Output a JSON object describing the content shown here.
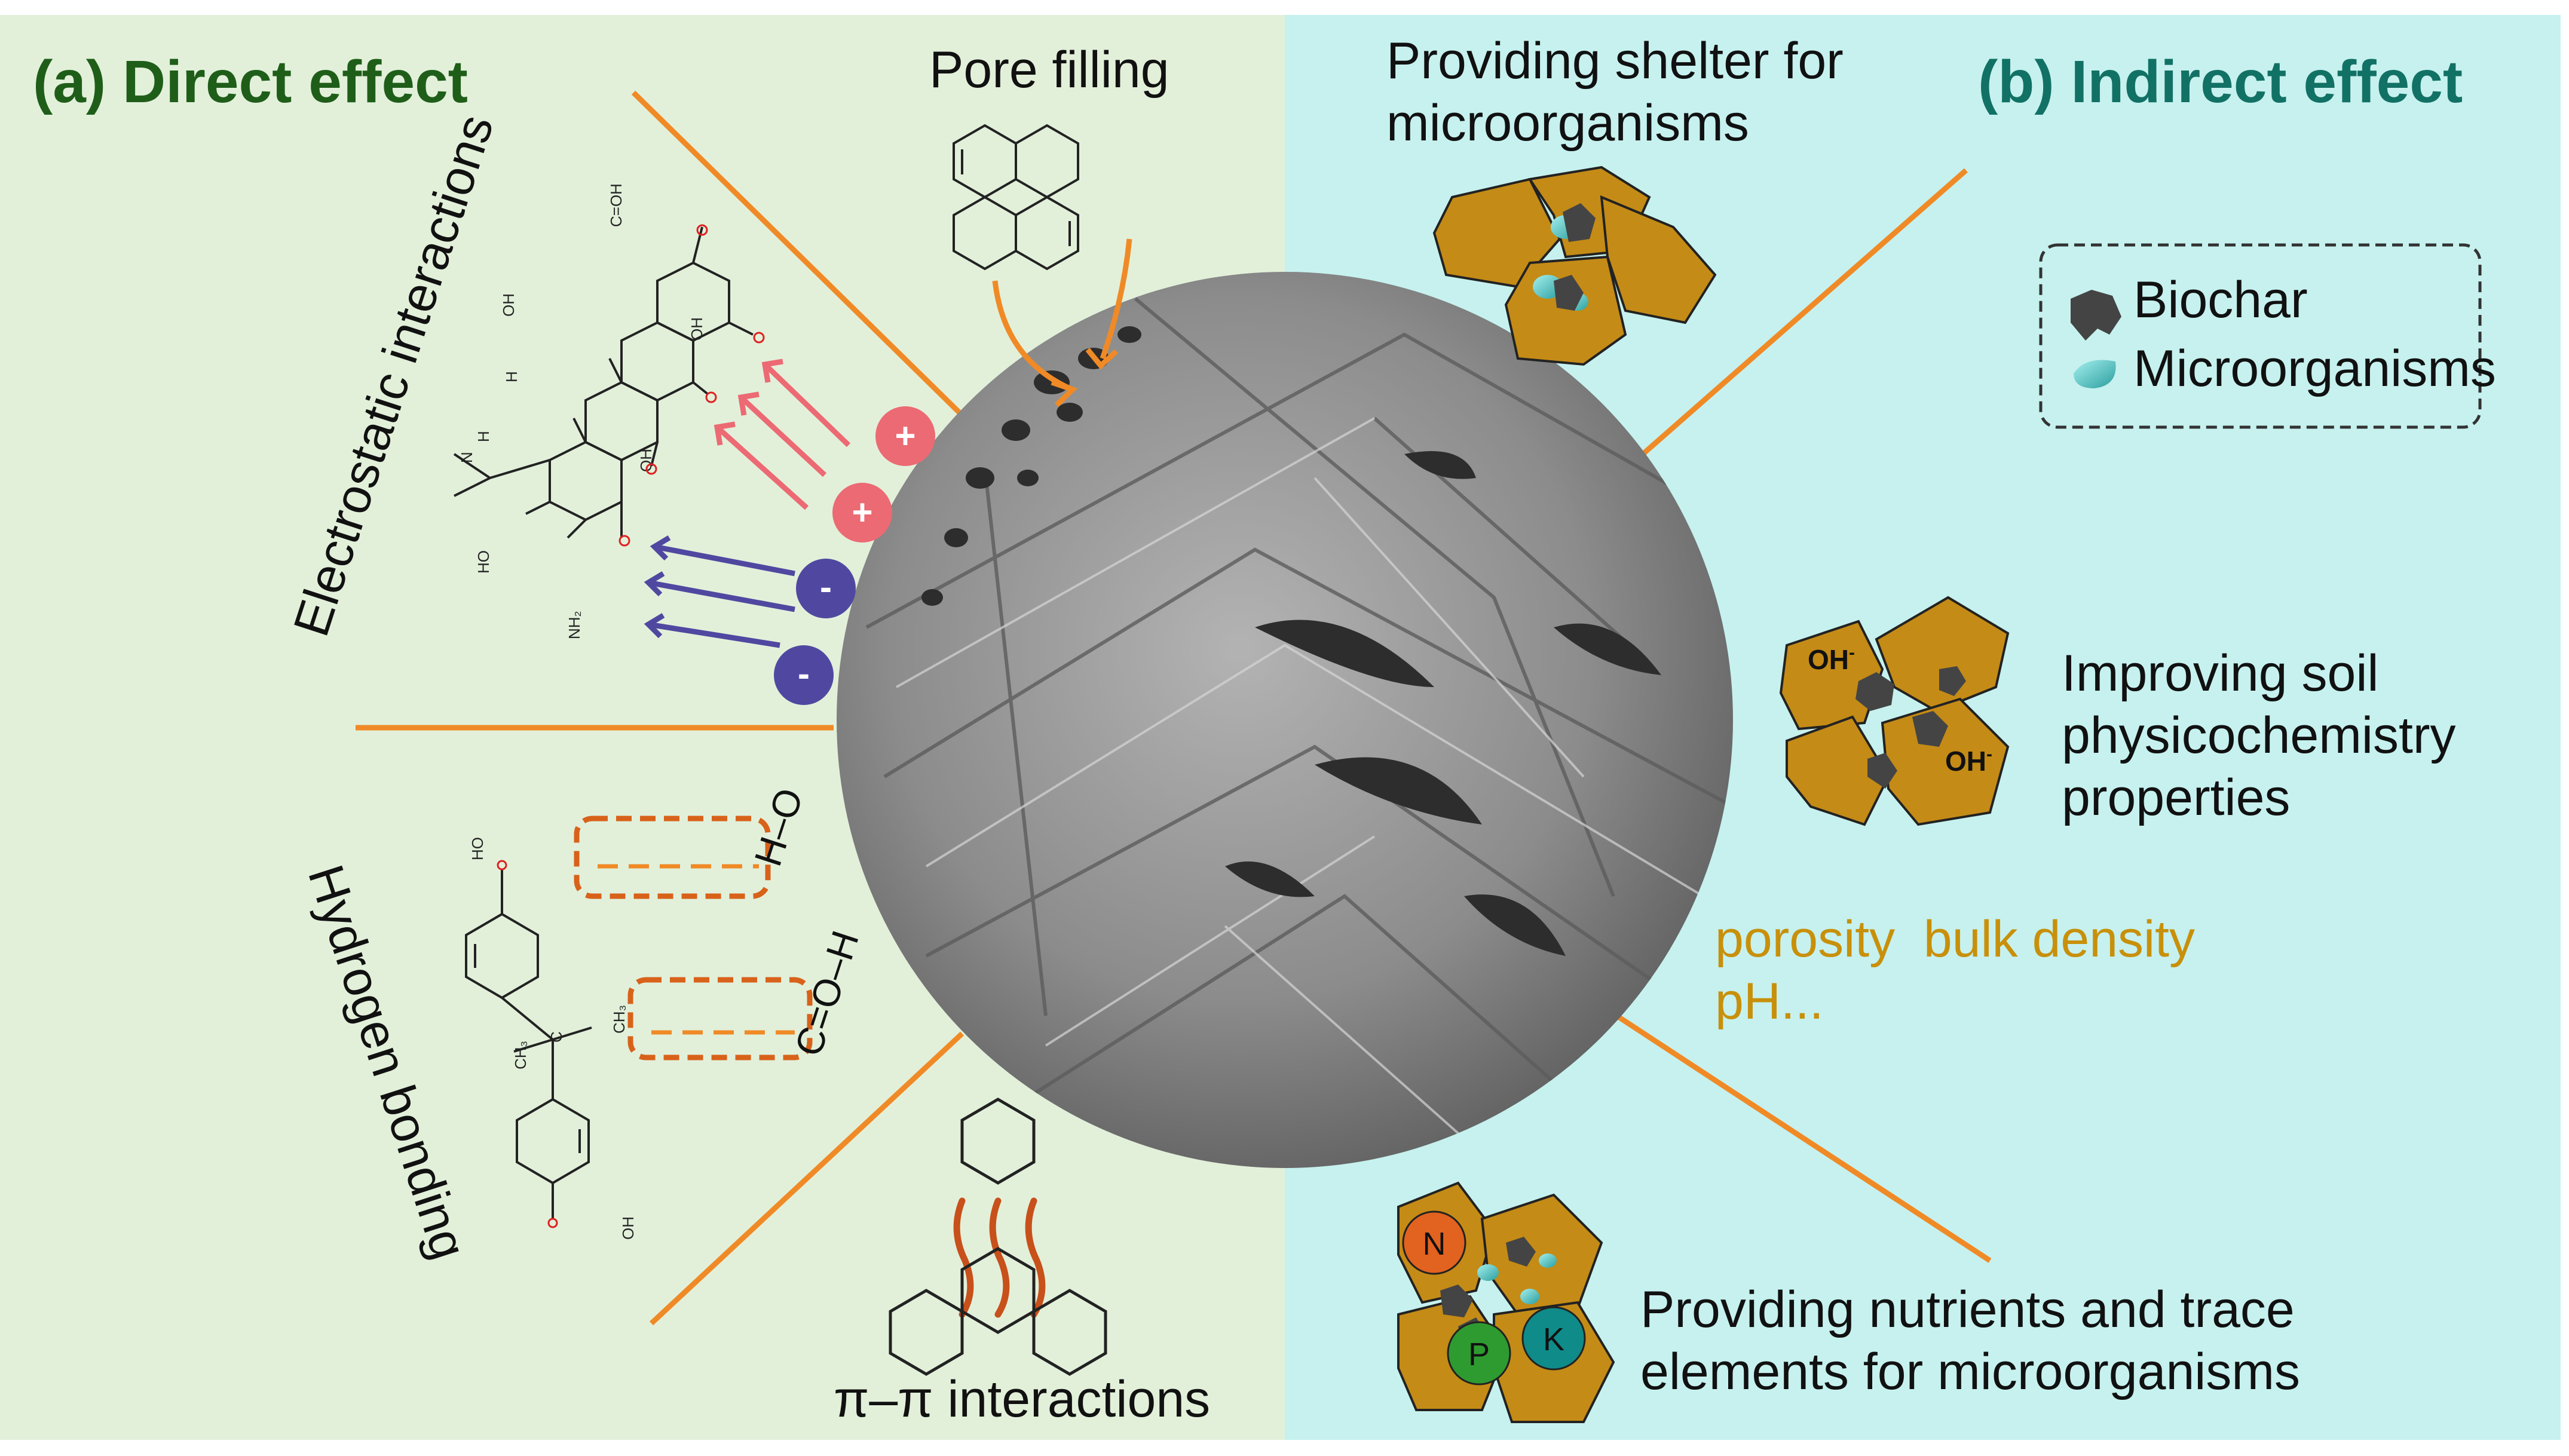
{
  "panel_a": {
    "title": "(a) Direct effect",
    "pore_filling": "Pore filling",
    "electrostatic": "Electrostatic interactions",
    "hydrogen_bonding": "Hydrogen bonding",
    "pi_pi": "π–π interactions",
    "chem": {
      "cooh": "C=OH",
      "oh": "OH",
      "ho": "HO",
      "h": "H",
      "n": "N",
      "o": "O",
      "nh2": "NH₂",
      "ch3": "CH₃",
      "c": "C",
      "ho_group": "H–O",
      "co_group": "C=O–H"
    },
    "charges": {
      "plus": "+",
      "minus": "-"
    }
  },
  "panel_b": {
    "title": "(b) Indirect effect",
    "shelter": [
      "Providing shelter for",
      "microorganisms"
    ],
    "legend": {
      "biochar": "Biochar",
      "microorganisms": "Microorganisms"
    },
    "improving": [
      "Improving soil",
      "physicochemistry",
      "properties"
    ],
    "oh": "OH",
    "oh_sup": "-",
    "properties": [
      "porosity  bulk density",
      "pH..."
    ],
    "nutrients": [
      "Providing nutrients and trace",
      "elements for microorganisms"
    ],
    "nutrient_letters": {
      "n": "N",
      "p": "P",
      "k": "K"
    }
  },
  "colors": {
    "left_bg": "#e2f0da",
    "right_bg": "#c6f1ef",
    "orange": "#f08a26",
    "biochar_fill": "#c48b16",
    "plus": "#ec6a73",
    "minus": "#5048a0",
    "title_a": "#1f5e19",
    "title_b": "#127165",
    "props": "#c8900a"
  }
}
